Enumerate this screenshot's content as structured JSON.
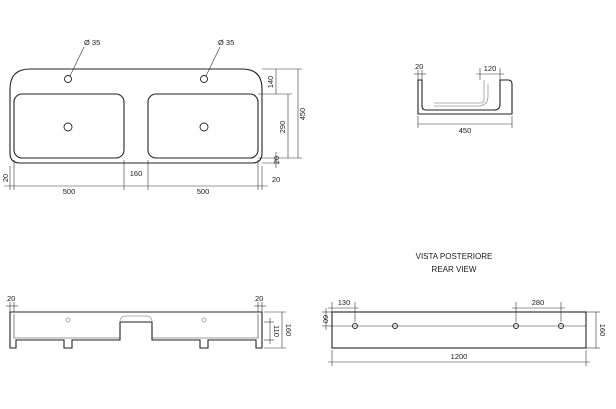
{
  "top_view": {
    "tap_hole_left": "Ø 35",
    "tap_hole_right": "Ø 35",
    "dim_depth_total": "450",
    "dim_bowl_depth": "290",
    "dim_back_deck": "140",
    "dim_front_rim": "20",
    "dim_left_margin": "20",
    "dim_bowl_left": "500",
    "dim_gap": "160",
    "dim_bowl_right": "500",
    "dim_right_margin": "20"
  },
  "section_view": {
    "dim_wall": "20",
    "dim_drain": "120",
    "dim_depth": "450"
  },
  "front_view": {
    "dim_left_wall": "20",
    "dim_right_wall": "20",
    "dim_bowl_height": "110",
    "dim_total_height": "160"
  },
  "rear_view": {
    "title_it": "VISTA POSTERIORE",
    "title_en": "REAR VIEW",
    "dim_hole_offset": "130",
    "dim_hole_spacing": "280",
    "dim_top": "60",
    "dim_height": "160",
    "dim_width": "1200"
  }
}
